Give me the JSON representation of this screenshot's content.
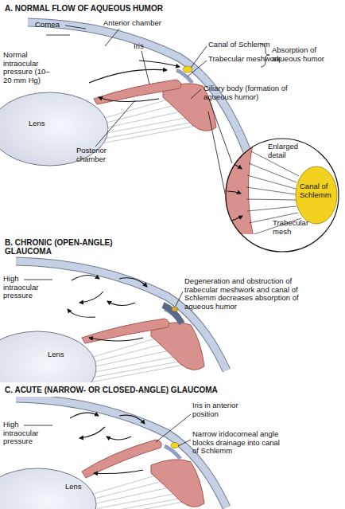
{
  "diagram": {
    "nodes": [
      {
        "text": [
          "Enlarged detail",
          "Canal of Schlemm",
          "Trabecular mesh"
        ]
      }
    ],
    "labels": [
      "A. NORMAL FLOW OF AQUEOUS HUMOR",
      "Cornea",
      "Anterior chamber",
      "Iris",
      "Canal of Schlemm",
      "Trabecular meshwork",
      "Absorption of aqueous humor",
      "Normal intraocular pressure (10–20 mm Hg)",
      "Ciliary body (formation of aqueous humor)",
      "Lens",
      "Posterior chamber",
      "B. CHRONIC (OPEN-ANGLE) GLAUCOMA",
      "High intraocular pressure",
      "Degeneration and obstruction of trabecular meshwork and canal of Schlemm decreases absorption of aqueous humor",
      "Lens",
      "C. ACUTE (NARROW- OR CLOSED-ANGLE) GLAUCOMA",
      "Iris in anterior position",
      "High intraocular pressure",
      "Narrow iridocorneal angle blocks drainage into canal of Schlemm",
      "Lens"
    ]
  }
}
